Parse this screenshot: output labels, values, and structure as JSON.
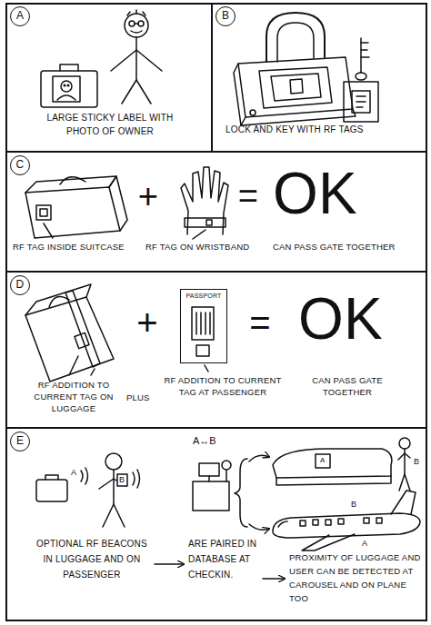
{
  "diagram": {
    "nodes": [
      {
        "text": [
          "LARGE STICKY LABEL WITH PHOTO OF OWNER"
        ]
      },
      {
        "text": [
          "A"
        ],
        "in": 0
      },
      {
        "text": [
          "LOCK AND KEY WITH RF TAGS"
        ]
      },
      {
        "text": [
          "B"
        ],
        "in": 2
      },
      {
        "text": [
          "+",
          "=",
          "OK",
          "RF TAG INSIDE SUITCASE",
          "RF TAG ON WRISTBAND",
          "CAN PASS GATE TOGETHER"
        ]
      },
      {
        "text": [
          "C"
        ],
        "in": 4
      },
      {
        "text": [
          "+",
          "=",
          "OK",
          "RF ADDITION TO CURRENT TAG ON LUGGAGE",
          "PLUS",
          "RF ADDITION TO CURRENT TAG AT PASSENGER",
          "CAN PASS GATE TOGETHER"
        ]
      },
      {
        "text": [
          "D"
        ],
        "in": 6
      },
      {
        "text": [
          "PASSPORT"
        ],
        "in": 6
      },
      {
        "text": [
          "OPTIONAL RF BEACONS IN LUGGAGE AND ON PASSENGER",
          "ARE PAIRED IN DATABASE AT CHECKIN.",
          "PROXIMITY OF LUGGAGE AND USER CAN BE DETECTED AT CAROUSEL AND ON PLANE TOO"
        ]
      },
      {
        "text": [
          "E"
        ],
        "in": 9
      }
    ],
    "labels": [
      "A↔B",
      "A",
      "B",
      "A",
      "B",
      "B",
      "A"
    ]
  }
}
